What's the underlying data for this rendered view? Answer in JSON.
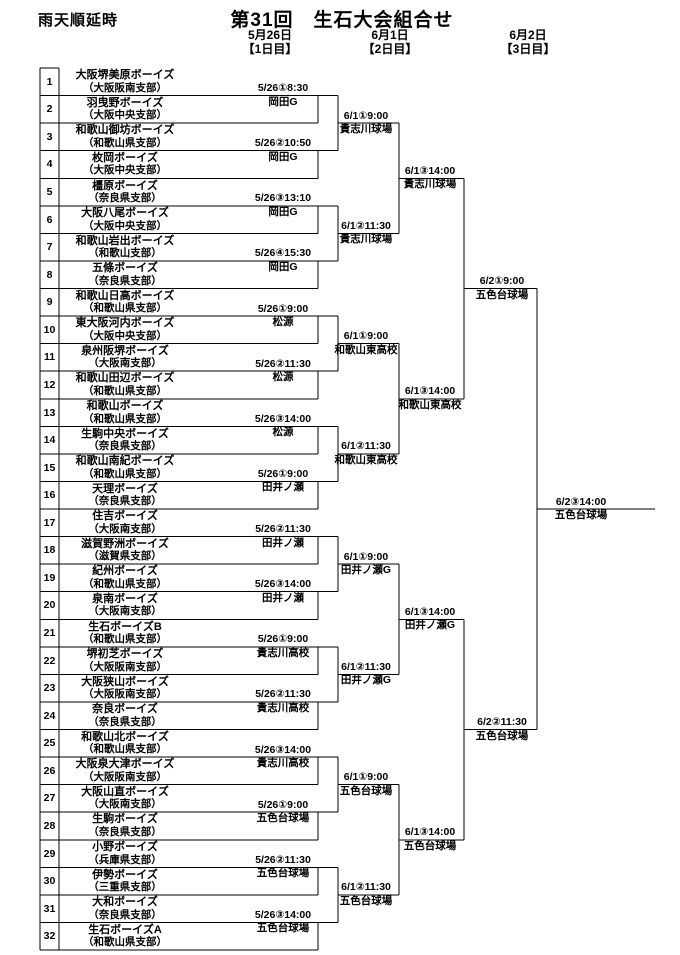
{
  "header": {
    "rain_note": "雨天順延時",
    "title": "第31回　生石大会組合せ",
    "days": [
      {
        "date": "5月26日",
        "label": "【1日目】"
      },
      {
        "date": "6月1日",
        "label": "【2日目】"
      },
      {
        "date": "6月2日",
        "label": "【3日目】"
      }
    ]
  },
  "teams": [
    {
      "seed": 1,
      "name": "大阪堺美原ボーイズ",
      "branch": "（大阪阪南支部）"
    },
    {
      "seed": 2,
      "name": "羽曳野ボーイズ",
      "branch": "（大阪中央支部）"
    },
    {
      "seed": 3,
      "name": "和歌山御坊ボーイズ",
      "branch": "（和歌山県支部）"
    },
    {
      "seed": 4,
      "name": "枚岡ボーイズ",
      "branch": "（大阪中央支部）"
    },
    {
      "seed": 5,
      "name": "橿原ボーイズ",
      "branch": "（奈良県支部）"
    },
    {
      "seed": 6,
      "name": "大阪八尾ボーイズ",
      "branch": "（大阪中央支部）"
    },
    {
      "seed": 7,
      "name": "和歌山岩出ボーイズ",
      "branch": "（和歌山支部）"
    },
    {
      "seed": 8,
      "name": "五條ボーイズ",
      "branch": "（奈良県支部）"
    },
    {
      "seed": 9,
      "name": "和歌山日高ボーイズ",
      "branch": "（和歌山県支部）"
    },
    {
      "seed": 10,
      "name": "東大阪河内ボーイズ",
      "branch": "（大阪中央支部）"
    },
    {
      "seed": 11,
      "name": "泉州阪堺ボーイズ",
      "branch": "（大阪南支部）"
    },
    {
      "seed": 12,
      "name": "和歌山田辺ボーイズ",
      "branch": "（和歌山県支部）"
    },
    {
      "seed": 13,
      "name": "和歌山ボーイズ",
      "branch": "（和歌山県支部）"
    },
    {
      "seed": 14,
      "name": "生駒中央ボーイズ",
      "branch": "（奈良県支部）"
    },
    {
      "seed": 15,
      "name": "和歌山南紀ボーイズ",
      "branch": "（和歌山県支部）"
    },
    {
      "seed": 16,
      "name": "天理ボーイズ",
      "branch": "（奈良県支部）"
    },
    {
      "seed": 17,
      "name": "住吉ボーイズ",
      "branch": "（大阪南支部）"
    },
    {
      "seed": 18,
      "name": "滋賀野洲ボーイズ",
      "branch": "（滋賀県支部）"
    },
    {
      "seed": 19,
      "name": "紀州ボーイズ",
      "branch": "（和歌山県支部）"
    },
    {
      "seed": 20,
      "name": "泉南ボーイズ",
      "branch": "（大阪南支部）"
    },
    {
      "seed": 21,
      "name": "生石ボーイズB",
      "branch": "（和歌山県支部）"
    },
    {
      "seed": 22,
      "name": "堺初芝ボーイズ",
      "branch": "（大阪阪南支部）"
    },
    {
      "seed": 23,
      "name": "大阪狭山ボーイズ",
      "branch": "（大阪阪南支部）"
    },
    {
      "seed": 24,
      "name": "奈良ボーイズ",
      "branch": "（奈良県支部）"
    },
    {
      "seed": 25,
      "name": "和歌山北ボーイズ",
      "branch": "（和歌山県支部）"
    },
    {
      "seed": 26,
      "name": "大阪泉大津ボーイズ",
      "branch": "（大阪阪南支部）"
    },
    {
      "seed": 27,
      "name": "大阪山直ボーイズ",
      "branch": "（大阪南支部）"
    },
    {
      "seed": 28,
      "name": "生駒ボーイズ",
      "branch": "（奈良県支部）"
    },
    {
      "seed": 29,
      "name": "小野ボーイズ",
      "branch": "（兵庫県支部）"
    },
    {
      "seed": 30,
      "name": "伊勢ボーイズ",
      "branch": "（三重県支部）"
    },
    {
      "seed": 31,
      "name": "大和ボーイズ",
      "branch": "（奈良県支部）"
    },
    {
      "seed": 32,
      "name": "生石ボーイズA",
      "branch": "（和歌山県支部）"
    }
  ],
  "matches": {
    "round1": [
      {
        "time": "5/26①8:30",
        "venue": "岡田G"
      },
      {
        "time": "5/26②10:50",
        "venue": "岡田G"
      },
      {
        "time": "5/26③13:10",
        "venue": "岡田G"
      },
      {
        "time": "5/26④15:30",
        "venue": "岡田G"
      },
      {
        "time": "5/26①9:00",
        "venue": "松源"
      },
      {
        "time": "5/26②11:30",
        "venue": "松源"
      },
      {
        "time": "5/26③14:00",
        "venue": "松源"
      },
      {
        "time": "5/26①9:00",
        "venue": "田井ノ瀬"
      },
      {
        "time": "5/26②11:30",
        "venue": "田井ノ瀬"
      },
      {
        "time": "5/26③14:00",
        "venue": "田井ノ瀬"
      },
      {
        "time": "5/26①9:00",
        "venue": "貴志川高校"
      },
      {
        "time": "5/26②11:30",
        "venue": "貴志川高校"
      },
      {
        "time": "5/26③14:00",
        "venue": "貴志川高校"
      },
      {
        "time": "5/26①9:00",
        "venue": "五色台球場"
      },
      {
        "time": "5/26②11:30",
        "venue": "五色台球場"
      },
      {
        "time": "5/26③14:00",
        "venue": "五色台球場"
      }
    ],
    "round2": [
      {
        "time": "6/1①9:00",
        "venue": "貴志川球場"
      },
      {
        "time": "6/1②11:30",
        "venue": "貴志川球場"
      },
      {
        "time": "6/1①9:00",
        "venue": "和歌山東高校"
      },
      {
        "time": "6/1②11:30",
        "venue": "和歌山東高校"
      },
      {
        "time": "6/1①9:00",
        "venue": "田井ノ瀬G"
      },
      {
        "time": "6/1②11:30",
        "venue": "田井ノ瀬G"
      },
      {
        "time": "6/1①9:00",
        "venue": "五色台球場"
      },
      {
        "time": "6/1②11:30",
        "venue": "五色台球場"
      }
    ],
    "round3": [
      {
        "time": "6/1③14:00",
        "venue": "貴志川球場"
      },
      {
        "time": "6/1③14:00",
        "venue": "和歌山東高校"
      },
      {
        "time": "6/1③14:00",
        "venue": "田井ノ瀬G"
      },
      {
        "time": "6/1③14:00",
        "venue": "五色台球場"
      }
    ],
    "semifinals": [
      {
        "time": "6/2①9:00",
        "venue": "五色台球場"
      },
      {
        "time": "6/2②11:30",
        "venue": "五色台球場"
      }
    ],
    "final": {
      "time": "6/2③14:00",
      "venue": "五色台球場"
    }
  },
  "colors": {
    "background": "#ffffff",
    "line": "#000000",
    "text": "#000000"
  }
}
